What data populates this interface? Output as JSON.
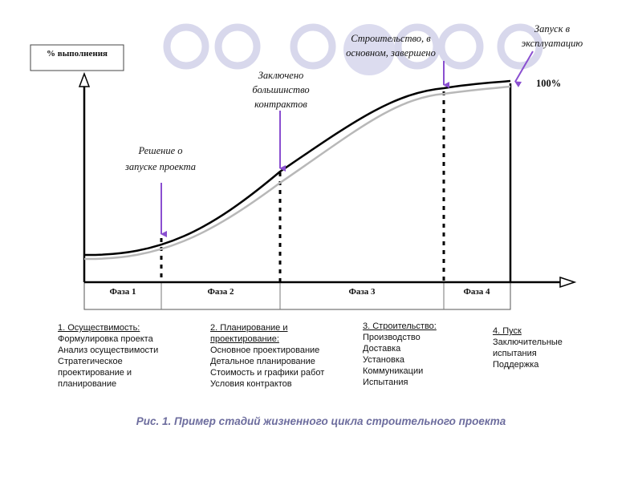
{
  "axis": {
    "y_label": "% выполнения",
    "complete_label": "100%"
  },
  "annotations": [
    {
      "id": "decision",
      "lines": [
        "Решение о",
        "запуске проекта"
      ]
    },
    {
      "id": "contracts",
      "lines": [
        "Заключено",
        "большинство",
        "контрактов"
      ]
    },
    {
      "id": "construction",
      "lines": [
        "Строительство,  в",
        "основном, завершено"
      ]
    },
    {
      "id": "launch",
      "lines": [
        "Запуск в",
        "эксплуатацию"
      ]
    }
  ],
  "phases": [
    {
      "label": "Фаза 1"
    },
    {
      "label": "Фаза 2"
    },
    {
      "label": "Фаза 3"
    },
    {
      "label": "Фаза 4"
    }
  ],
  "columns": [
    {
      "heading": "1. Осуществимость:",
      "items": [
        "Формулировка проекта",
        "Анализ осуществимости",
        "Стратегическое",
        "проектирование и",
        "планирование"
      ]
    },
    {
      "heading": "2. Планирование и проектирование:",
      "items": [
        "Основное проектирование",
        "Детальное планирование",
        "Стоимость и графики работ",
        "Условия контрактов"
      ]
    },
    {
      "heading": "3. Строительство:",
      "items": [
        "Производство",
        "Доставка",
        "Установка",
        "Коммуникации",
        "Испытания"
      ]
    },
    {
      "heading": "4. Пуск",
      "items": [
        "Заключительные",
        "испытания",
        "Поддержка"
      ]
    }
  ],
  "caption": "Рис. 1. Пример стадий жизненного цикла строительного проекта",
  "colors": {
    "marker_arrow": "#8a4fd0",
    "decor_circle": "#d8d8ec",
    "caption": "#6d6d9e"
  }
}
